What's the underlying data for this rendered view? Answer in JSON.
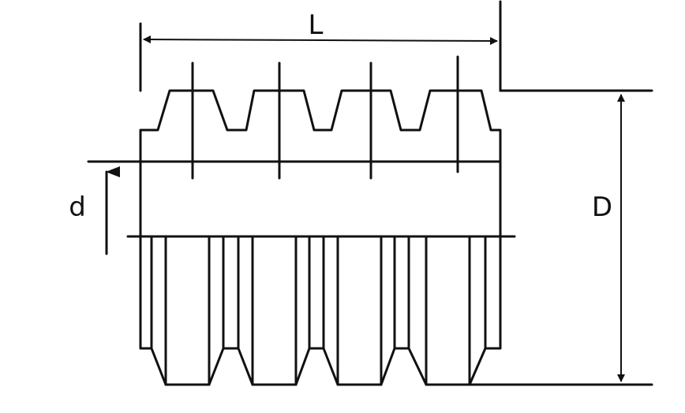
{
  "diagram": {
    "type": "thread-insert-drawing",
    "labels": {
      "length": "L",
      "inner_diameter": "d",
      "outer_diameter": "D"
    },
    "thread_teeth": 4,
    "line_color": "#111111",
    "background": "#ffffff"
  }
}
